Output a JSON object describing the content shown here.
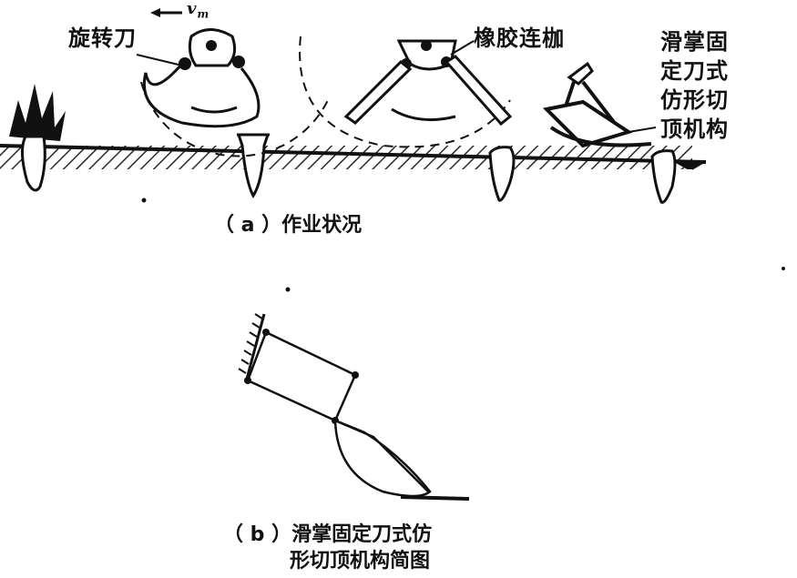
{
  "panel_a": {
    "labels": {
      "rotary_knife": "旋转刀",
      "velocity": "v",
      "velocity_sub": "m",
      "rubber_coupling": "橡胶连枷",
      "fixed_knife_line1": "滑掌固",
      "fixed_knife_line2": "定刀式",
      "fixed_knife_line3": "仿形切",
      "fixed_knife_line4": "顶机构"
    },
    "caption": {
      "marker": "（ a ）",
      "text": "作业状况"
    }
  },
  "panel_b": {
    "caption": {
      "marker": "（ b ）",
      "line1": "滑掌固定刀式仿",
      "line2": "形切顶机构简图"
    }
  },
  "colors": {
    "ink": "#111111",
    "paper": "#ffffff"
  }
}
